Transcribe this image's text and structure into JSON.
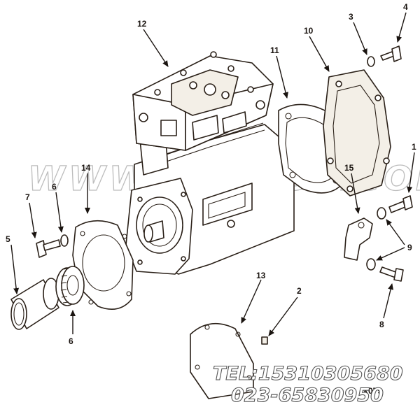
{
  "diagram": {
    "callouts": [
      {
        "id": "c12",
        "label": "12"
      },
      {
        "id": "c10",
        "label": "10"
      },
      {
        "id": "c3",
        "label": "3"
      },
      {
        "id": "c4",
        "label": "4"
      },
      {
        "id": "c11",
        "label": "11"
      },
      {
        "id": "c14",
        "label": "14"
      },
      {
        "id": "c7",
        "label": "7"
      },
      {
        "id": "c6top",
        "label": "6"
      },
      {
        "id": "c5",
        "label": "5"
      },
      {
        "id": "c6",
        "label": "6"
      },
      {
        "id": "c15",
        "label": "15"
      },
      {
        "id": "c1",
        "label": "1"
      },
      {
        "id": "c9",
        "label": "9"
      },
      {
        "id": "c8",
        "label": "8"
      },
      {
        "id": "c13",
        "label": "13"
      },
      {
        "id": "c2",
        "label": "2"
      }
    ],
    "drawing_code": "X079"
  },
  "watermark": {
    "site": "WWW.CQKSGS.COM",
    "tel": "TEL:15310305680",
    "phone": "023-65830950"
  }
}
